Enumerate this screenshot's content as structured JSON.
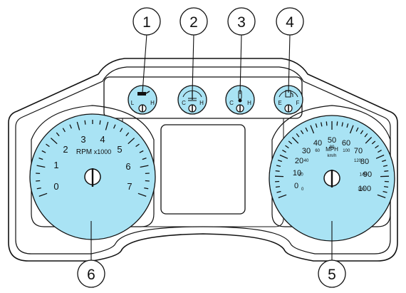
{
  "callouts": [
    "1",
    "2",
    "3",
    "4",
    "5",
    "6"
  ],
  "colors": {
    "gauge_face": "#a9e3f4",
    "line": "#111111",
    "background": "#ffffff"
  },
  "gauge1": {
    "icon": "oil-can-icon",
    "low": "L",
    "high": "H"
  },
  "gauge2": {
    "icon": "coolant-temp-icon",
    "low": "C",
    "high": "H"
  },
  "gauge3": {
    "icon": "thermometer-icon",
    "low": "C",
    "high": "H"
  },
  "gauge4": {
    "icon": "fuel-pump-icon",
    "low": "E",
    "high": "F"
  },
  "tachometer": {
    "unit": "RPM",
    "multiplier": "x1000",
    "labels": [
      "0",
      "1",
      "2",
      "3",
      "4",
      "5",
      "6",
      "7"
    ]
  },
  "speedometer": {
    "unit_line1": "MPH",
    "unit_line2": "km/h",
    "mph_labels": [
      "0",
      "10",
      "20",
      "30",
      "40",
      "50",
      "60",
      "70",
      "80",
      "90",
      "100"
    ],
    "kmh_labels": [
      "0",
      "20",
      "40",
      "60",
      "80",
      "100",
      "120",
      "140",
      "160"
    ]
  }
}
